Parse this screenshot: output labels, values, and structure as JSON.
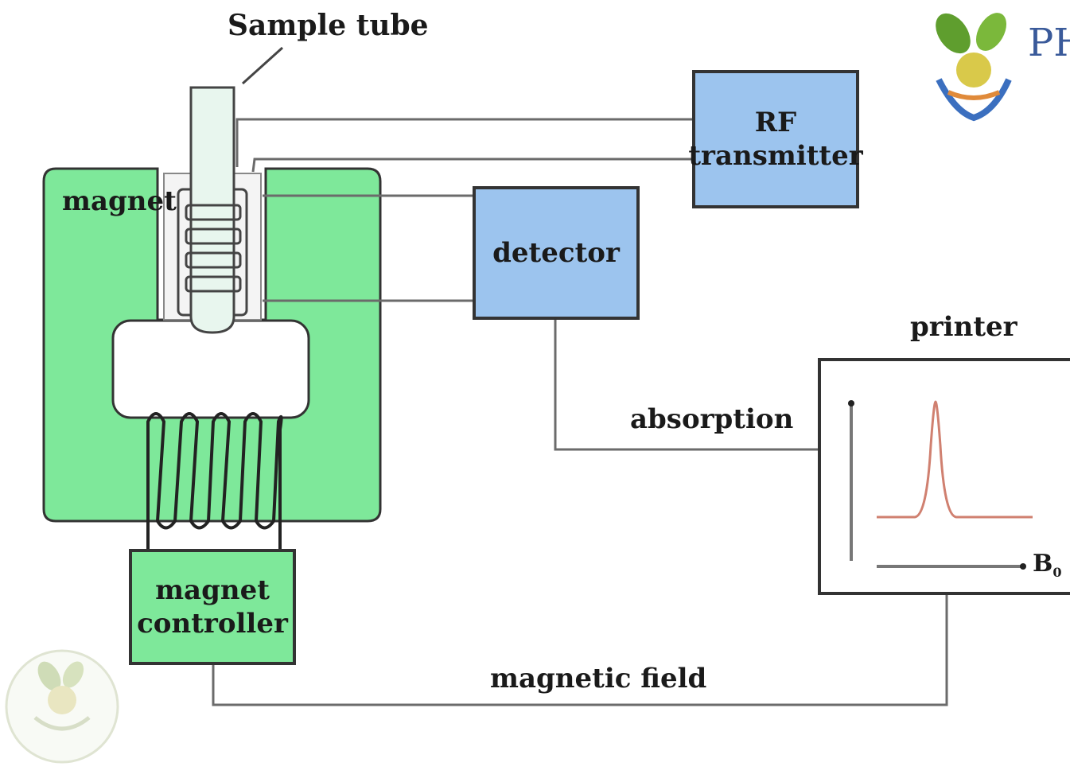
{
  "labels": {
    "sample_tube": "Sample tube",
    "magnet": "magnet",
    "rf_transmitter_line1": "RF",
    "rf_transmitter_line2": "transmitter",
    "detector": "detector",
    "printer": "printer",
    "absorption": "absorption",
    "magnet_controller_line1": "magnet",
    "magnet_controller_line2": "controller",
    "magnetic_field": "magnetic field",
    "b0_axis_label": "B",
    "b0_subscript": "0",
    "logo_text": "PH"
  },
  "colors": {
    "magnet_green": "#7ee89a",
    "instrument_blue": "#9cc4ee",
    "outline": "#333333",
    "wire": "#6b6b6b",
    "peak": "#d08070"
  },
  "icons": [
    "leaf-logo-icon",
    "watermark-seal-icon"
  ]
}
